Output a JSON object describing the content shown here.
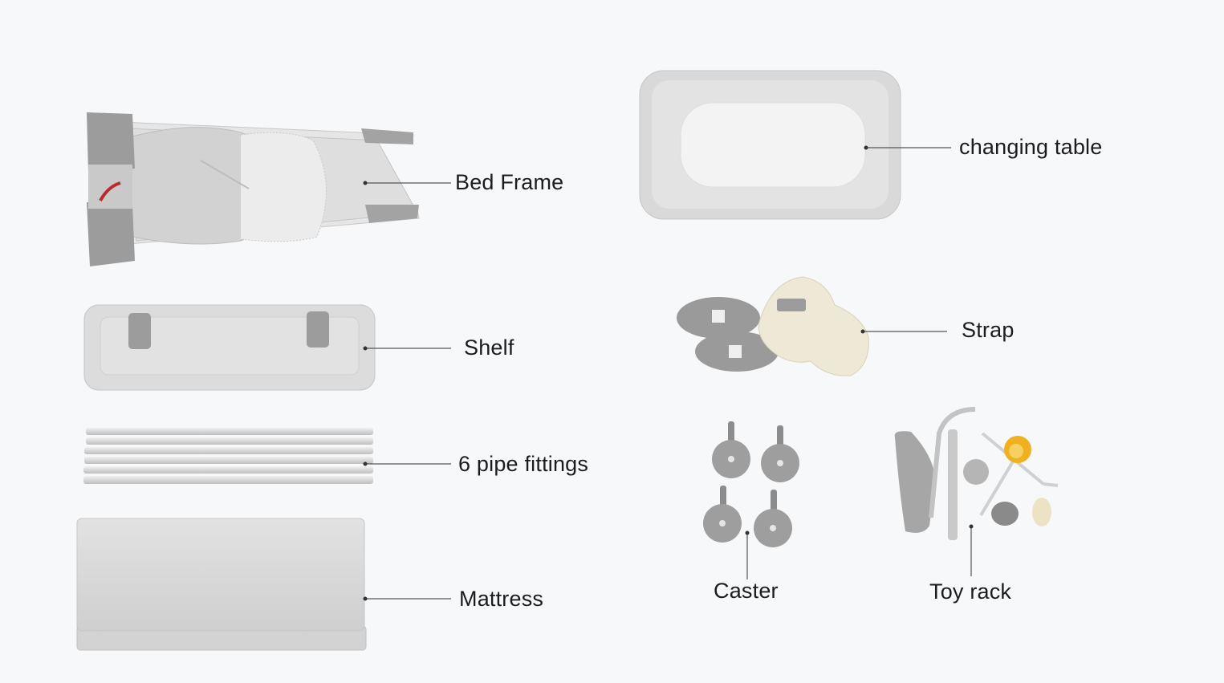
{
  "parts": [
    {
      "id": "bed-frame",
      "label": "Bed Frame"
    },
    {
      "id": "changing-table",
      "label": "changing table"
    },
    {
      "id": "shelf",
      "label": "Shelf"
    },
    {
      "id": "strap",
      "label": "Strap"
    },
    {
      "id": "pipe-fittings",
      "label": "6 pipe fittings"
    },
    {
      "id": "caster",
      "label": "Caster"
    },
    {
      "id": "toy-rack",
      "label": "Toy rack"
    },
    {
      "id": "mattress",
      "label": "Mattress"
    }
  ],
  "colors": {
    "background": "#f7f8fa",
    "fabric": "#d9d9d9",
    "frame_plastic": "#9c9c9c",
    "strap_cream": "#eee8d6",
    "accent_red": "#c0272d",
    "toy_yellow": "#f0b020"
  }
}
